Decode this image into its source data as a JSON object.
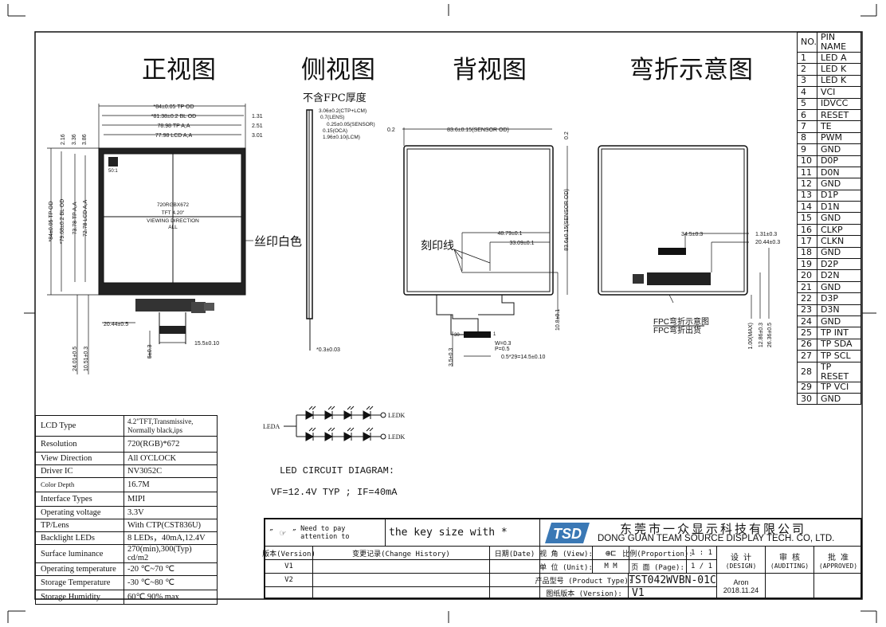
{
  "headings": {
    "front": "正视图",
    "side": "侧视图",
    "back": "背视图",
    "fold": "弯折示意图"
  },
  "front_view": {
    "dim_tp_od_w": "*84±0.05 TP OD",
    "dim_bl_od_w": "*81.38±0.2 BL OD",
    "dim_tp_aa_w": "78.98 TP A,A",
    "dim_lcd_aa_w": "77.98 LCD A,A",
    "dim_r1": "1.31",
    "dim_r2": "2.51",
    "dim_r3": "3.01",
    "dim_t1": "2.16",
    "dim_t2": "3.36",
    "dim_t3": "3.86",
    "dim_tp_od_h": "*84±0.05 TP OD",
    "dim_bl_od_h": "*79.68±0.2 BL OD",
    "dim_tp_aa_h": "73.78 TP A,A",
    "dim_lcd_aa_h": "72.78 LCD A,A",
    "pixel_label": "50:1",
    "resolution_label": "720RGBX672",
    "size_label": "TFT 4.20\"",
    "viewing_label": "VIEWING DIRECTION",
    "viewing_value": "ALL",
    "silkscreen_note": "丝印白色",
    "fpc_offset": "20.44±0.5",
    "fpc_width": "15.5±0.10",
    "dim_b1": "24.01±0.5",
    "dim_b2": "10.51±0.3",
    "dim_b3": "5±0.3",
    "dim_b4": "*0.3±0.03"
  },
  "side_view": {
    "note": "不含FPC厚度",
    "layers": [
      "3.06±0.2(CTP+LCM)",
      "0.7(LENS)",
      "0.25±0.05(SENSOR)",
      "0.15(OCA)",
      "1.96±0.10(LCM)"
    ]
  },
  "back_view": {
    "dim_left": "0.2",
    "dim_sensor_w": "83.6±0.15(SENSOR OD)",
    "dim_right": "0.2",
    "dim_sensor_h": "83.6±0.15(SENSOR OD)",
    "dim_a": "48.79±0.1",
    "dim_b": "33.09±0.1",
    "engrave_note": "刻印线",
    "dim_c": "10.8±0.1",
    "pin_30": "30",
    "pin_1": "1",
    "w": "W=0.3",
    "p": "P=0.5",
    "pitch": "0.5*29=14.5±0.10",
    "dim_d": "3.5±0.3"
  },
  "fold_view": {
    "dim_a": "34.5±0.3",
    "dim_b": "1.31±0.3",
    "dim_c": "20.44±0.3",
    "dim_d": "1.00(MAX)",
    "dim_e": "12.86±0.3",
    "dim_f": "26.36±0.5",
    "caption1": "FPC弯折示意图",
    "caption2": "FPC弯折出货"
  },
  "led_circuit": {
    "anode": "LEDA",
    "cathode1": "LEDK",
    "cathode2": "LEDK",
    "title": "LED CIRCUIT DIAGRAM:",
    "spec": "VF=12.4V TYP ; IF=40mA"
  },
  "pin_table": {
    "headers": [
      "NO.",
      "PIN NAME"
    ],
    "rows": [
      [
        "1",
        "LED A"
      ],
      [
        "2",
        "LED K"
      ],
      [
        "3",
        "LED K"
      ],
      [
        "4",
        "VCI"
      ],
      [
        "5",
        "IDVCC"
      ],
      [
        "6",
        "RESET"
      ],
      [
        "7",
        "TE"
      ],
      [
        "8",
        "PWM"
      ],
      [
        "9",
        "GND"
      ],
      [
        "10",
        "D0P"
      ],
      [
        "11",
        "D0N"
      ],
      [
        "12",
        "GND"
      ],
      [
        "13",
        "D1P"
      ],
      [
        "14",
        "D1N"
      ],
      [
        "15",
        "GND"
      ],
      [
        "16",
        "CLKP"
      ],
      [
        "17",
        "CLKN"
      ],
      [
        "18",
        "GND"
      ],
      [
        "19",
        "D2P"
      ],
      [
        "20",
        "D2N"
      ],
      [
        "21",
        "GND"
      ],
      [
        "22",
        "D3P"
      ],
      [
        "23",
        "D3N"
      ],
      [
        "24",
        "GND"
      ],
      [
        "25",
        "TP INT"
      ],
      [
        "26",
        "TP SDA"
      ],
      [
        "27",
        "TP SCL"
      ],
      [
        "28",
        "TP RESET"
      ],
      [
        "29",
        "TP VCI"
      ],
      [
        "30",
        "GND"
      ]
    ]
  },
  "spec_table": [
    [
      "LCD Type",
      "4.2\"TFT,Transmissive, Normally black,ips"
    ],
    [
      "Resolution",
      "720(RGB)*672"
    ],
    [
      "View Direction",
      "All O'CLOCK"
    ],
    [
      "Driver IC",
      "NV3052C"
    ],
    [
      "Color Depth",
      "16.7M"
    ],
    [
      "Interface Types",
      "MIPI"
    ],
    [
      "Operating voltage",
      "3.3V"
    ],
    [
      "TP/Lens",
      "With CTP(CST836U)"
    ],
    [
      "Backlight LEDs",
      "8 LEDs，40mA,12.4V"
    ],
    [
      "Surface luminance",
      "270(min),300(Typ) cd/m2"
    ],
    [
      "Operating temperature",
      "-20 ℃~70 ℃"
    ],
    [
      "Storage Temperature",
      "-30 ℃~80 ℃"
    ],
    [
      "Storage Humidity",
      "60℃ 90% max"
    ]
  ],
  "title_block": {
    "attention": "Need to pay attention to",
    "key_size": "the key size with *",
    "company_cn": "东莞市一众显示科技有限公司",
    "company_en": "DONG GUAN TEAM SOURCE DISPLAY TECH. CO, LTD.",
    "logo_text": "TSD",
    "version_header": "版本(Version)",
    "change_header": "变更记录(Change History)",
    "date_header": "日期(Date)",
    "versions": [
      "V1",
      "V2"
    ],
    "view_label": "视  角 (View):",
    "proportion_label": "比例(Proportion):",
    "proportion": "1 : 1",
    "unit_label": "单  位 (Unit):",
    "unit": "M M",
    "page_label": "页   面 (Page):",
    "page": "1 / 1",
    "product_type_label": "产品型号 (Product Type):",
    "product_type": "TST042WVBN-01C",
    "drawing_version_label": "图纸版本 (Version):",
    "drawing_version": "V1",
    "design_label": "设 计",
    "design_en": "(DESIGN)",
    "auditing_label": "审 核",
    "auditing_en": "(AUDITING)",
    "approved_label": "批 准",
    "approved_en": "(APPROVED)",
    "designer": "Aron",
    "design_date": "2018.11.24"
  },
  "colors": {
    "logo": "#3a78b5",
    "line": "#111111"
  }
}
